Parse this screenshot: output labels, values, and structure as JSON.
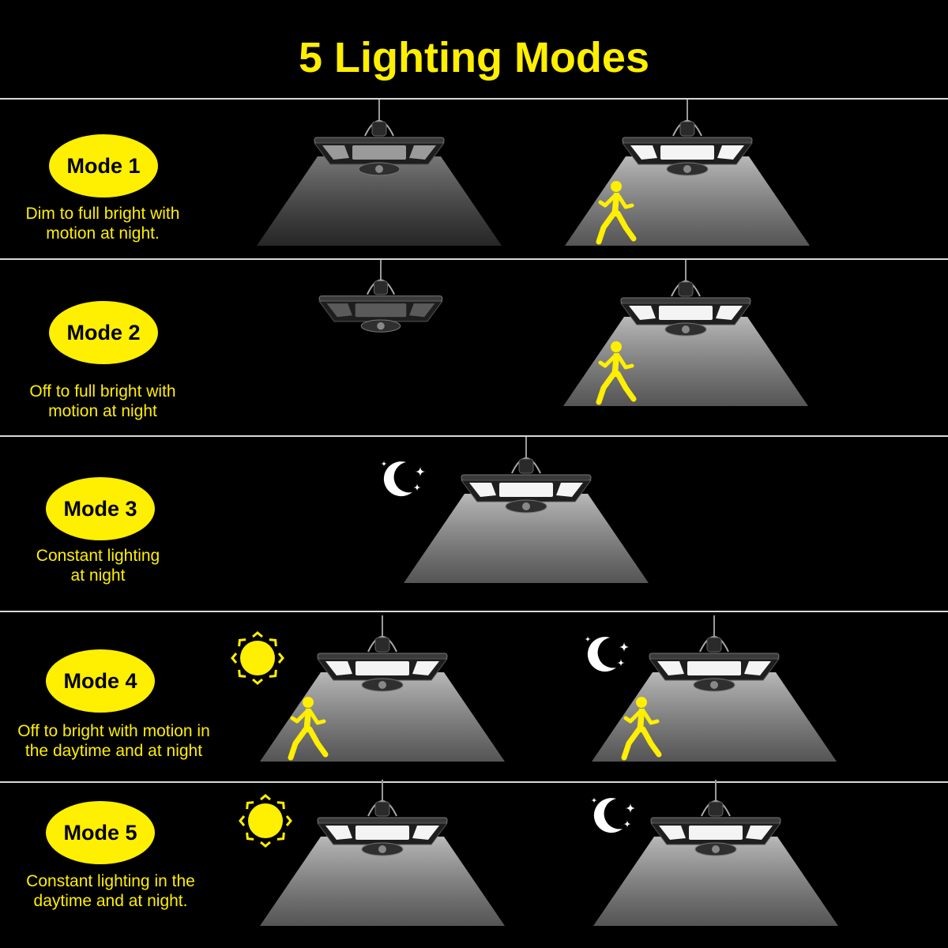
{
  "title": "5 Lighting Modes",
  "colors": {
    "accent": "#ffef00",
    "background": "#000000",
    "divider": "#d8d8d8",
    "light_cone": "#cfcfcf"
  },
  "modes": [
    {
      "label": "Mode 1",
      "description": "Dim to full bright with\nmotion at night.",
      "icons": [
        "dim-lamp-icon",
        "bright-lamp-icon",
        "running-person-icon"
      ]
    },
    {
      "label": "Mode 2",
      "description": "Off to full bright with\nmotion at night",
      "icons": [
        "off-lamp-icon",
        "bright-lamp-icon",
        "running-person-icon"
      ]
    },
    {
      "label": "Mode 3",
      "description": "Constant lighting\nat night",
      "icons": [
        "moon-icon",
        "bright-lamp-icon"
      ]
    },
    {
      "label": "Mode 4",
      "description": "Off to bright with motion in\nthe daytime and at night",
      "icons": [
        "sun-icon",
        "bright-lamp-icon",
        "running-person-icon",
        "moon-icon"
      ]
    },
    {
      "label": "Mode 5",
      "description": "Constant lighting in the\ndaytime and at night.",
      "icons": [
        "sun-icon",
        "bright-lamp-icon",
        "moon-icon"
      ]
    }
  ]
}
